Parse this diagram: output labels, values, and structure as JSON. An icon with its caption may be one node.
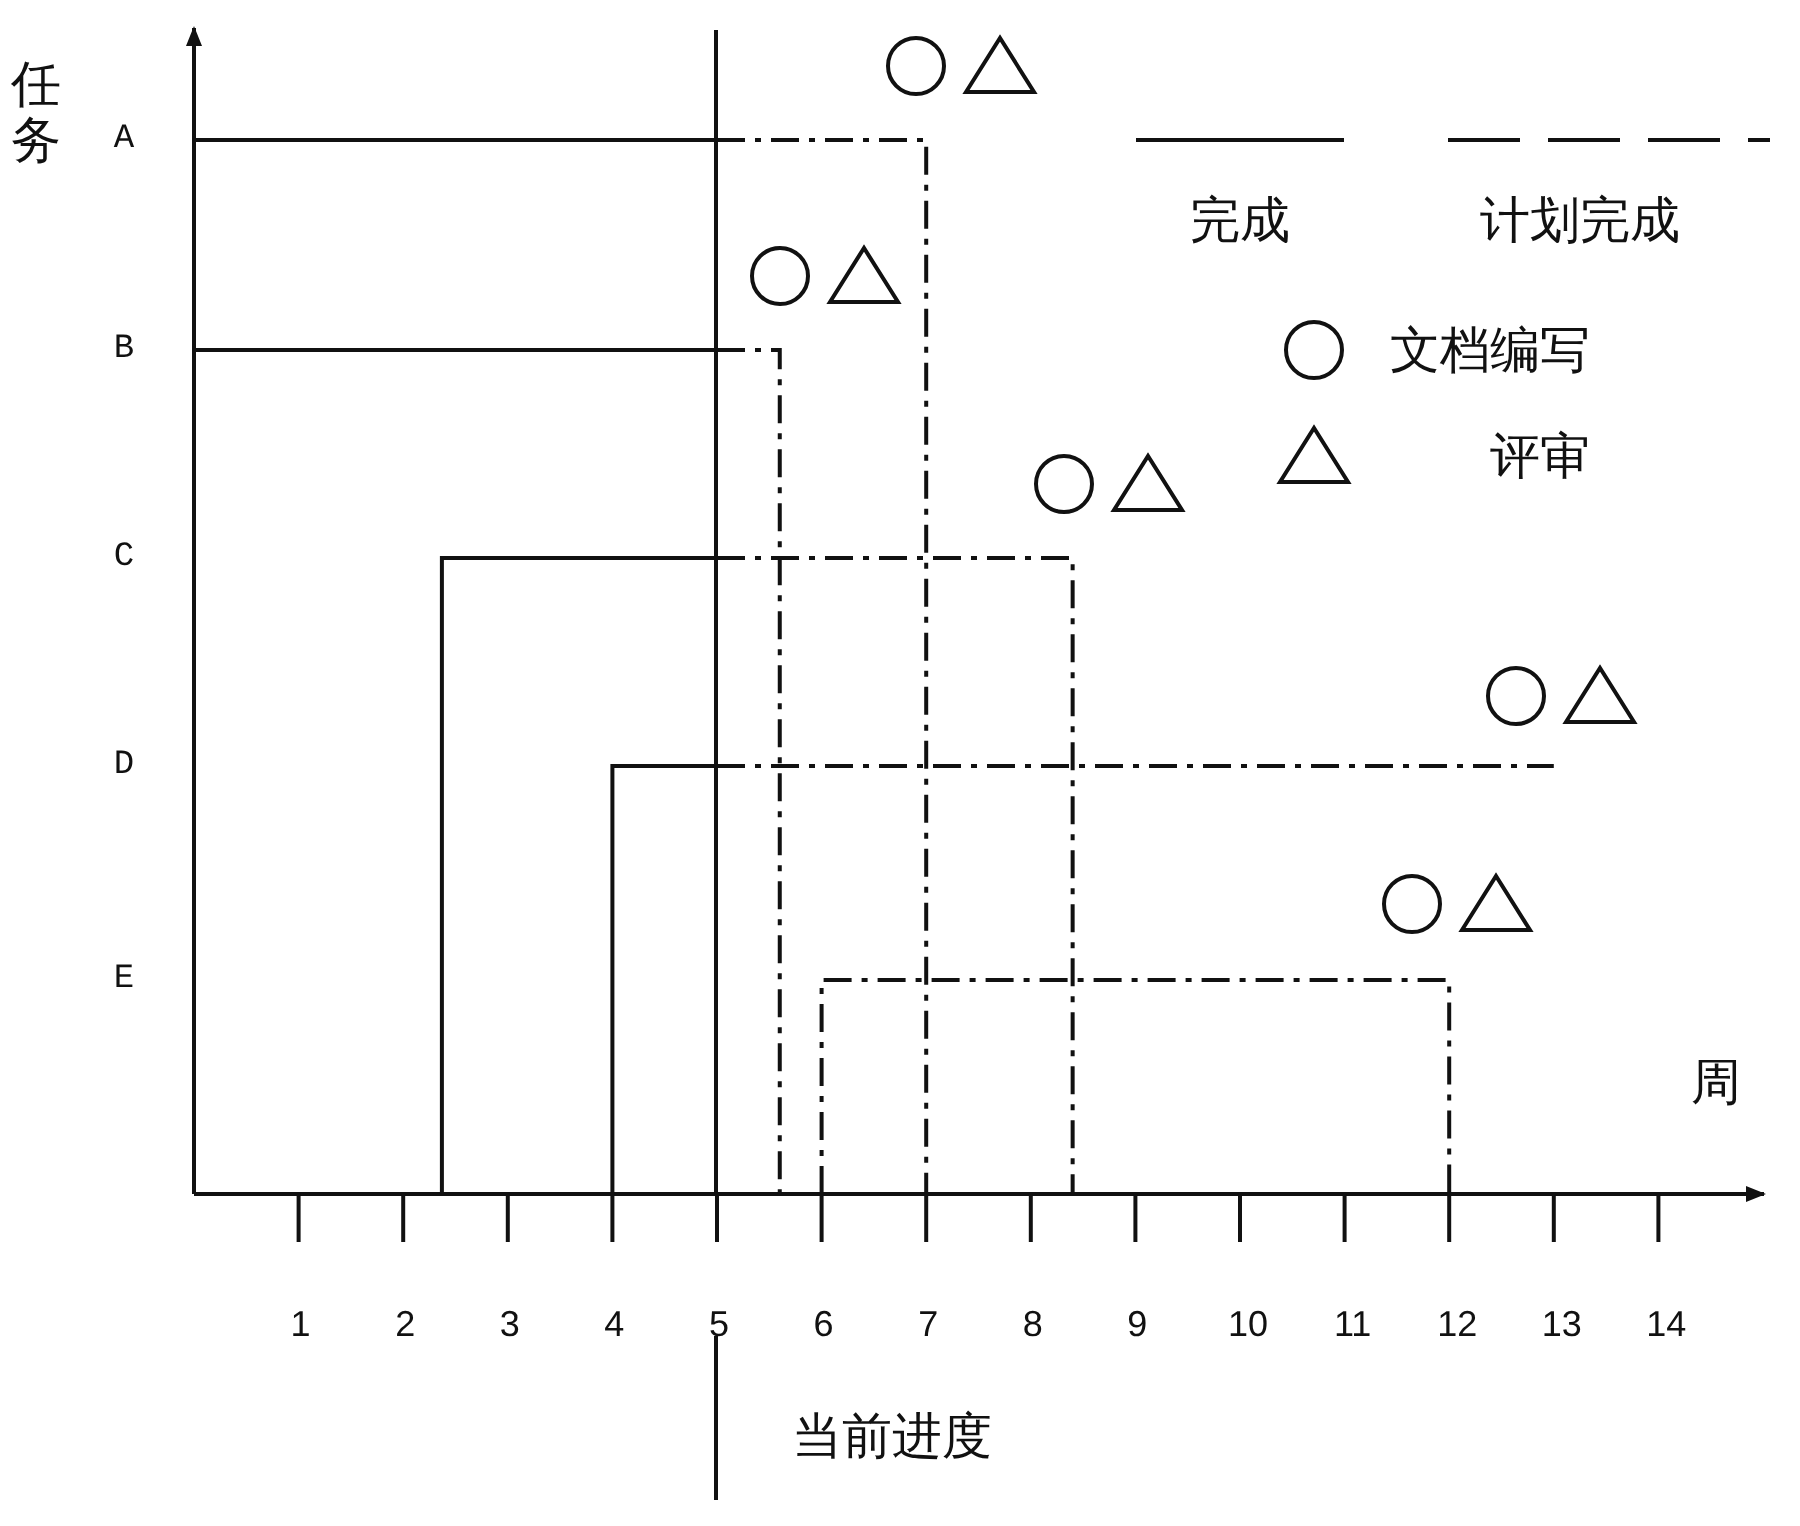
{
  "diagram": {
    "labels": [
      "任务",
      "A",
      "B",
      "C",
      "D",
      "E",
      "周",
      "1",
      "2",
      "3",
      "4",
      "5",
      "6",
      "7",
      "8",
      "9",
      "10",
      "11",
      "12",
      "13",
      "14",
      "当前进度"
    ],
    "legend": [
      {
        "text": "完成"
      },
      {
        "text": "计划完成"
      },
      {
        "text": "文档编写"
      },
      {
        "text": "评审"
      }
    ]
  }
}
